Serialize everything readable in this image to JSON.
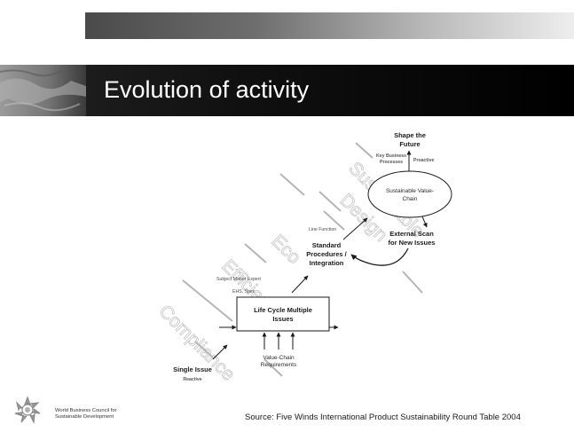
{
  "slide": {
    "title": "Evolution of activity",
    "source": "Source: Five Winds International Product Sustainability Round Table 2004"
  },
  "logo": {
    "line1": "World Business Council for",
    "line2": "Sustainable Development"
  },
  "diagram": {
    "single_issue": "Single Issue",
    "reactive": "Reactive",
    "life_cycle_line1": "Life Cycle Multiple",
    "life_cycle_line2": "Issues",
    "value_chain_line1": "Value-Chain",
    "value_chain_line2": "Requirements",
    "subject_matter_expert": "Subject Matter Expert",
    "ehs_spec": "EHS, Spec",
    "standard_line1": "Standard",
    "standard_line2": "Procedures /",
    "standard_line3": "Integration",
    "line_function": "Line Function",
    "external_line1": "External Scan",
    "external_line2": "for New Issues",
    "svc_line1": "Sustainable Value-",
    "svc_line2": "Chain",
    "key_business_line1": "Key Business",
    "key_business_line2": "Processes",
    "proactive": "Proactive",
    "shape_line1": "Shape the",
    "shape_line2": "Future",
    "wm_compliance": "Compliance",
    "wm_eco": "Eco",
    "wm_efficiency": "Efficiency",
    "wm_sustainable": "Sustainable",
    "wm_design": "Design"
  }
}
